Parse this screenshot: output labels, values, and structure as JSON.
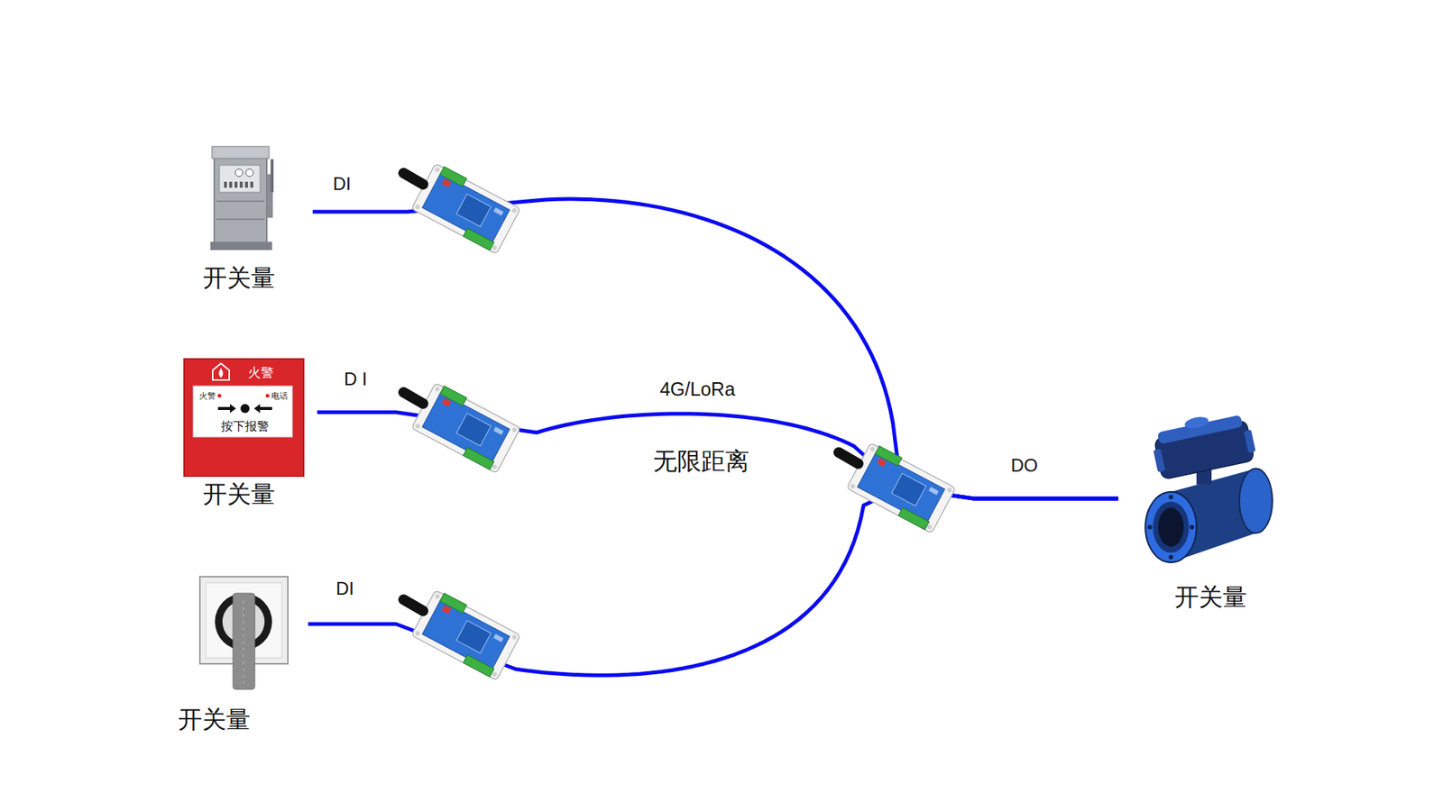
{
  "diagram": {
    "nodes": [
      {
        "text": [
          "开关量"
        ]
      },
      {
        "text": [
          "开关量"
        ]
      },
      {
        "text": [
          "开关量"
        ]
      },
      {
        "text": [
          "开关量"
        ]
      }
    ],
    "edges": [
      {
        "from": 0,
        "to": 3,
        "arrow": "none"
      },
      {
        "from": 1,
        "to": 3,
        "arrow": "none"
      },
      {
        "from": 2,
        "to": 3,
        "arrow": "none"
      }
    ],
    "labels": [
      "DI",
      "D I",
      "DI",
      "4G/LoRa",
      "无限距离",
      "DO",
      "火警",
      "火警",
      "电话",
      "按下报警"
    ]
  }
}
